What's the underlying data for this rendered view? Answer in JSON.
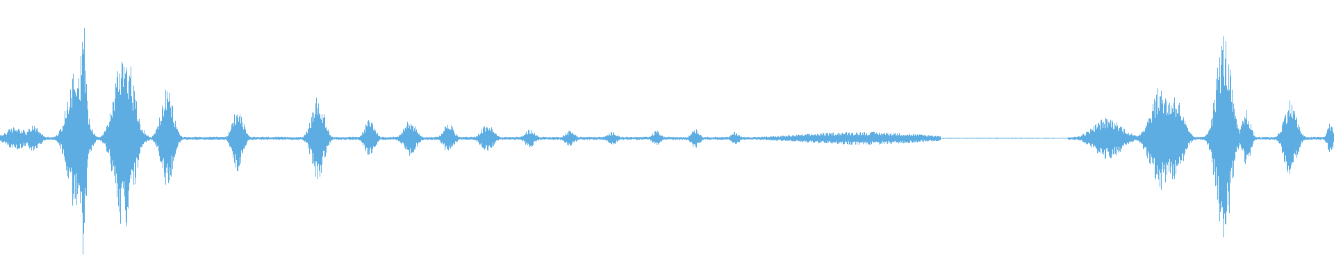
{
  "waveform": {
    "color": "#5dade2",
    "background": "#ffffff",
    "baseline_level": 0.012,
    "bursts": [
      {
        "t": 0.012,
        "amp": 0.09,
        "width": 0.01
      },
      {
        "t": 0.025,
        "amp": 0.1,
        "width": 0.006
      },
      {
        "t": 0.057,
        "amp": 0.58,
        "width": 0.008
      },
      {
        "t": 0.062,
        "amp": 0.95,
        "width": 0.003
      },
      {
        "t": 0.093,
        "amp": 0.72,
        "width": 0.009
      },
      {
        "t": 0.125,
        "amp": 0.38,
        "width": 0.006
      },
      {
        "t": 0.178,
        "amp": 0.25,
        "width": 0.005
      },
      {
        "t": 0.238,
        "amp": 0.32,
        "width": 0.006
      },
      {
        "t": 0.277,
        "amp": 0.15,
        "width": 0.005
      },
      {
        "t": 0.307,
        "amp": 0.14,
        "width": 0.006
      },
      {
        "t": 0.336,
        "amp": 0.12,
        "width": 0.005
      },
      {
        "t": 0.365,
        "amp": 0.11,
        "width": 0.006
      },
      {
        "t": 0.397,
        "amp": 0.07,
        "width": 0.005
      },
      {
        "t": 0.427,
        "amp": 0.06,
        "width": 0.005
      },
      {
        "t": 0.459,
        "amp": 0.05,
        "width": 0.005
      },
      {
        "t": 0.492,
        "amp": 0.06,
        "width": 0.004
      },
      {
        "t": 0.521,
        "amp": 0.08,
        "width": 0.004
      },
      {
        "t": 0.551,
        "amp": 0.05,
        "width": 0.004
      },
      {
        "t": 0.645,
        "amp": 0.05,
        "width": 0.06
      },
      {
        "t": 0.83,
        "amp": 0.16,
        "width": 0.014
      },
      {
        "t": 0.87,
        "amp": 0.4,
        "width": 0.01
      },
      {
        "t": 0.88,
        "amp": 0.35,
        "width": 0.008
      },
      {
        "t": 0.917,
        "amp": 0.82,
        "width": 0.007
      },
      {
        "t": 0.934,
        "amp": 0.22,
        "width": 0.004
      },
      {
        "t": 0.967,
        "amp": 0.3,
        "width": 0.006
      },
      {
        "t": 0.997,
        "amp": 0.12,
        "width": 0.003
      }
    ],
    "silent_ranges": [
      [
        0.705,
        0.8
      ]
    ]
  }
}
